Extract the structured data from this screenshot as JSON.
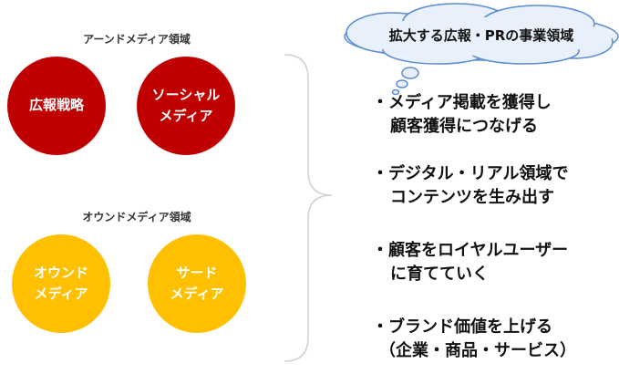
{
  "earned": {
    "label": "アーンドメディア領域",
    "circle1": "広報戦略",
    "circle2": "ソーシャル\nメディア",
    "color": "#c00000"
  },
  "owned": {
    "label": "オウンドメディア領域",
    "circle1": "オウンド\nメディア",
    "circle2": "サード\nメディア",
    "color": "#ffc000"
  },
  "cloud": {
    "title": "拡大する広報・PRの事業領域",
    "fill": "#e8f1fb",
    "stroke": "#5b8bd0"
  },
  "bullets": [
    {
      "line1": "・メディア掲載を獲得し",
      "line2": "顧客獲得につなげる"
    },
    {
      "line1": "・デジタル・リアル領域で",
      "line2": "コンテンツを生み出す"
    },
    {
      "line1": "・顧客をロイヤルユーザー",
      "line2": "に育てていく"
    },
    {
      "line1": "・ブランド価値を上げる",
      "line2": "（企業・商品・サービス）"
    }
  ]
}
